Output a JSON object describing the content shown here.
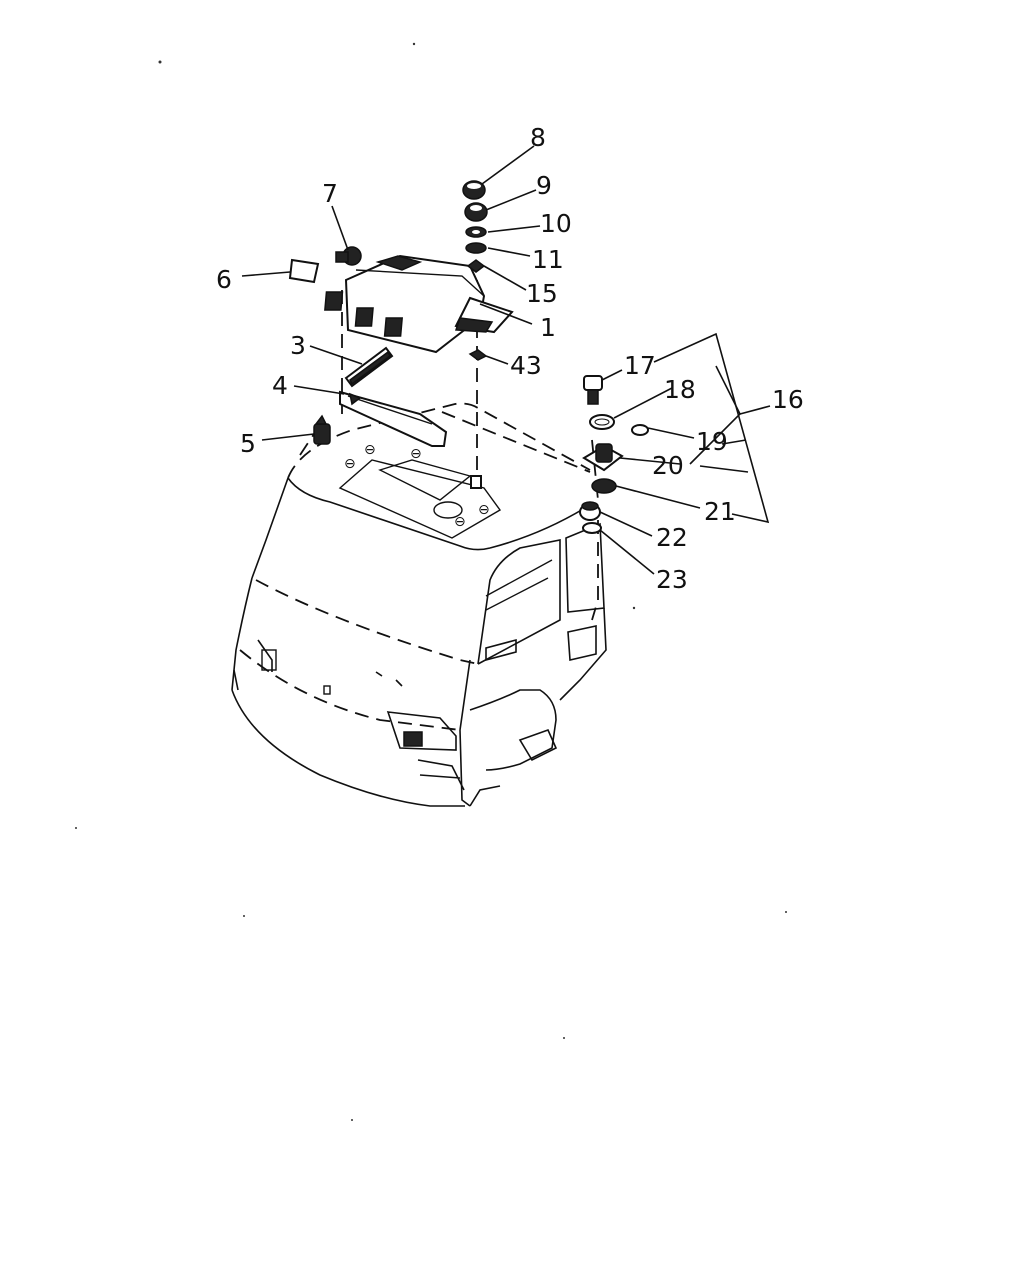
{
  "diagram": {
    "callouts": [
      {
        "id": "c1",
        "label": "1"
      },
      {
        "id": "c3",
        "label": "3"
      },
      {
        "id": "c4",
        "label": "4"
      },
      {
        "id": "c5",
        "label": "5"
      },
      {
        "id": "c6",
        "label": "6"
      },
      {
        "id": "c7",
        "label": "7"
      },
      {
        "id": "c8",
        "label": "8"
      },
      {
        "id": "c9",
        "label": "9"
      },
      {
        "id": "c10",
        "label": "10"
      },
      {
        "id": "c11",
        "label": "11"
      },
      {
        "id": "c15",
        "label": "15"
      },
      {
        "id": "c16",
        "label": "16"
      },
      {
        "id": "c17",
        "label": "17"
      },
      {
        "id": "c18",
        "label": "18"
      },
      {
        "id": "c19",
        "label": "19"
      },
      {
        "id": "c20",
        "label": "20"
      },
      {
        "id": "c21",
        "label": "21"
      },
      {
        "id": "c22",
        "label": "22"
      },
      {
        "id": "c23",
        "label": "23"
      },
      {
        "id": "c43",
        "label": "43"
      }
    ]
  }
}
